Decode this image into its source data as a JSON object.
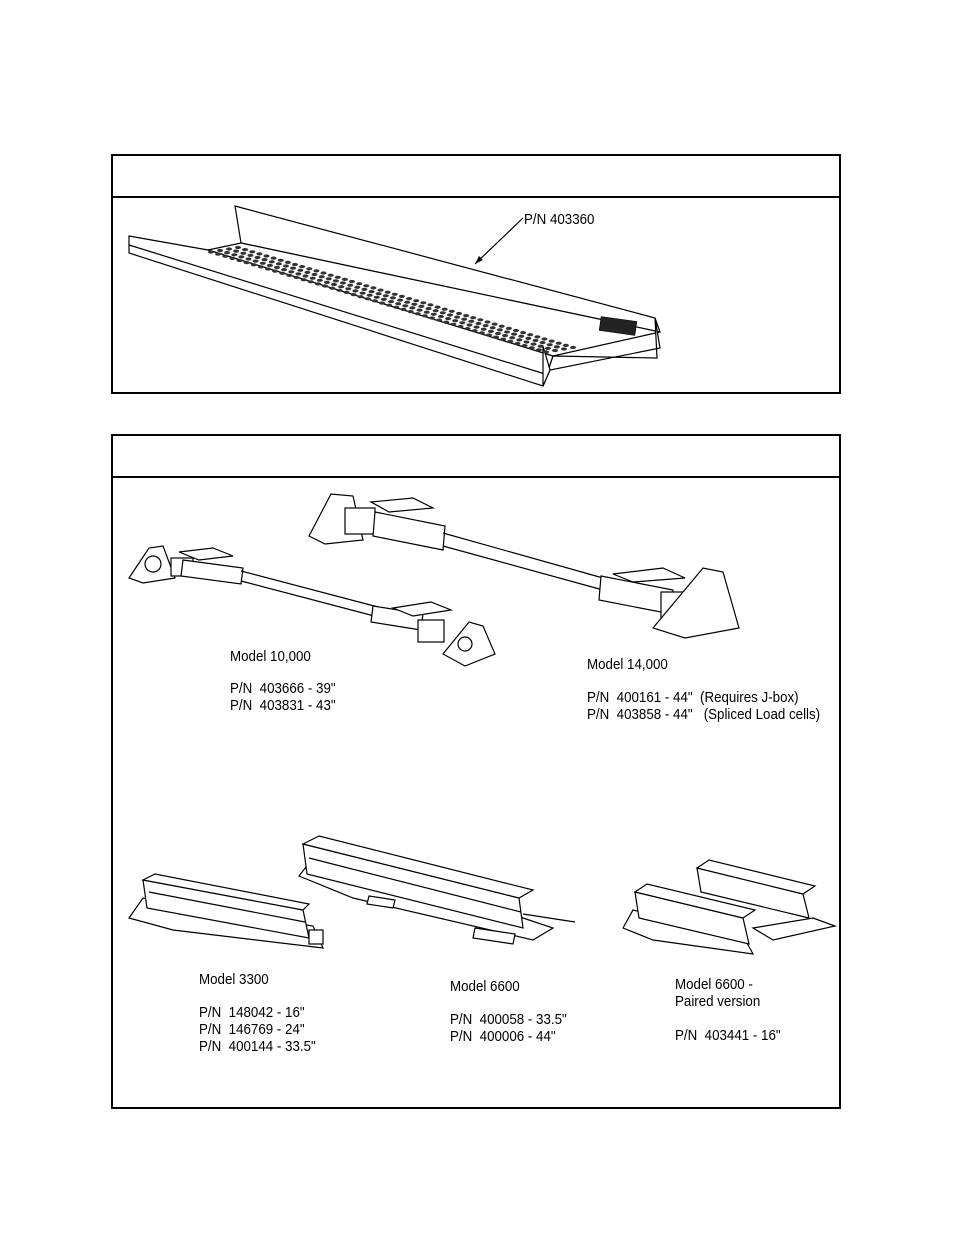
{
  "panel_top": {
    "header": "",
    "part_callout": "P/N 403360"
  },
  "panel_bottom": {
    "header": "",
    "model_10000": {
      "title": "Model 10,000",
      "parts": [
        "P/N  403666 - 39\"",
        "P/N  403831 - 43\""
      ]
    },
    "model_14000": {
      "title": "Model 14,000",
      "parts": [
        "P/N  400161 - 44\"  (Requires J-box)",
        "P/N  403858 - 44\"   (Spliced Load cells)"
      ]
    },
    "model_3300": {
      "title": "Model 3300",
      "parts": [
        "P/N  148042 - 16\"",
        "P/N  146769 - 24\"",
        "P/N  400144 - 33.5\""
      ]
    },
    "model_6600": {
      "title": "Model 6600",
      "parts": [
        "P/N  400058 - 33.5\"",
        "P/N  400006 - 44\""
      ]
    },
    "model_6600_paired": {
      "title": "Model 6600 -",
      "subtitle": "Paired version",
      "parts": [
        "P/N  403441 - 16\""
      ]
    }
  }
}
